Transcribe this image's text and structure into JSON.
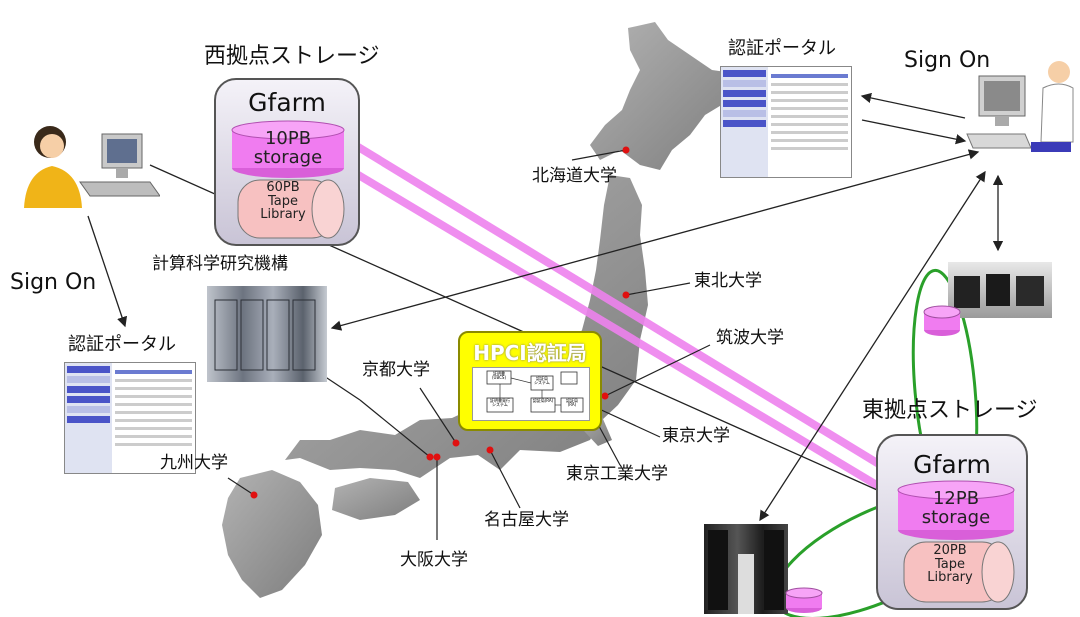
{
  "west_storage": {
    "title": "西拠点ストレージ",
    "system": "Gfarm",
    "disk": "10PB\nstorage",
    "tape": "60PB\nTape\nLibrary"
  },
  "east_storage": {
    "title": "東拠点ストレージ",
    "system": "Gfarm",
    "disk": "12PB\nstorage",
    "tape": "20PB\nTape\nLibrary"
  },
  "sign_on_left": "Sign On",
  "sign_on_right": "Sign On",
  "portal_left_label": "認証ポータル",
  "portal_right_label": "認証ポータル",
  "center_label": "計算科学研究機構",
  "ca": {
    "title": "HPCI認証局",
    "boxes": [
      "証明書\n(UBCS)",
      "認証局\nシステム",
      "証明書発行\nシステム",
      "認証局\nシステム",
      "認証局(RA)",
      "認証局\n(RA)"
    ]
  },
  "universities": [
    {
      "id": "hokkaido",
      "name": "北海道大学"
    },
    {
      "id": "tohoku",
      "name": "東北大学"
    },
    {
      "id": "tsukuba",
      "name": "筑波大学"
    },
    {
      "id": "tokyo",
      "name": "東京大学"
    },
    {
      "id": "tokyo-tech",
      "name": "東京工業大学"
    },
    {
      "id": "nagoya",
      "name": "名古屋大学"
    },
    {
      "id": "kyoto",
      "name": "京都大学"
    },
    {
      "id": "osaka",
      "name": "大阪大学"
    },
    {
      "id": "kyushu",
      "name": "九州大学"
    }
  ],
  "colors": {
    "map": "#9a9a9a",
    "disk": "#f07cf0",
    "tape": "#f7c1c1",
    "link": "#ee82ee",
    "loop": "#2aa02a",
    "ca": "#ffff00",
    "dot": "#e01010"
  }
}
